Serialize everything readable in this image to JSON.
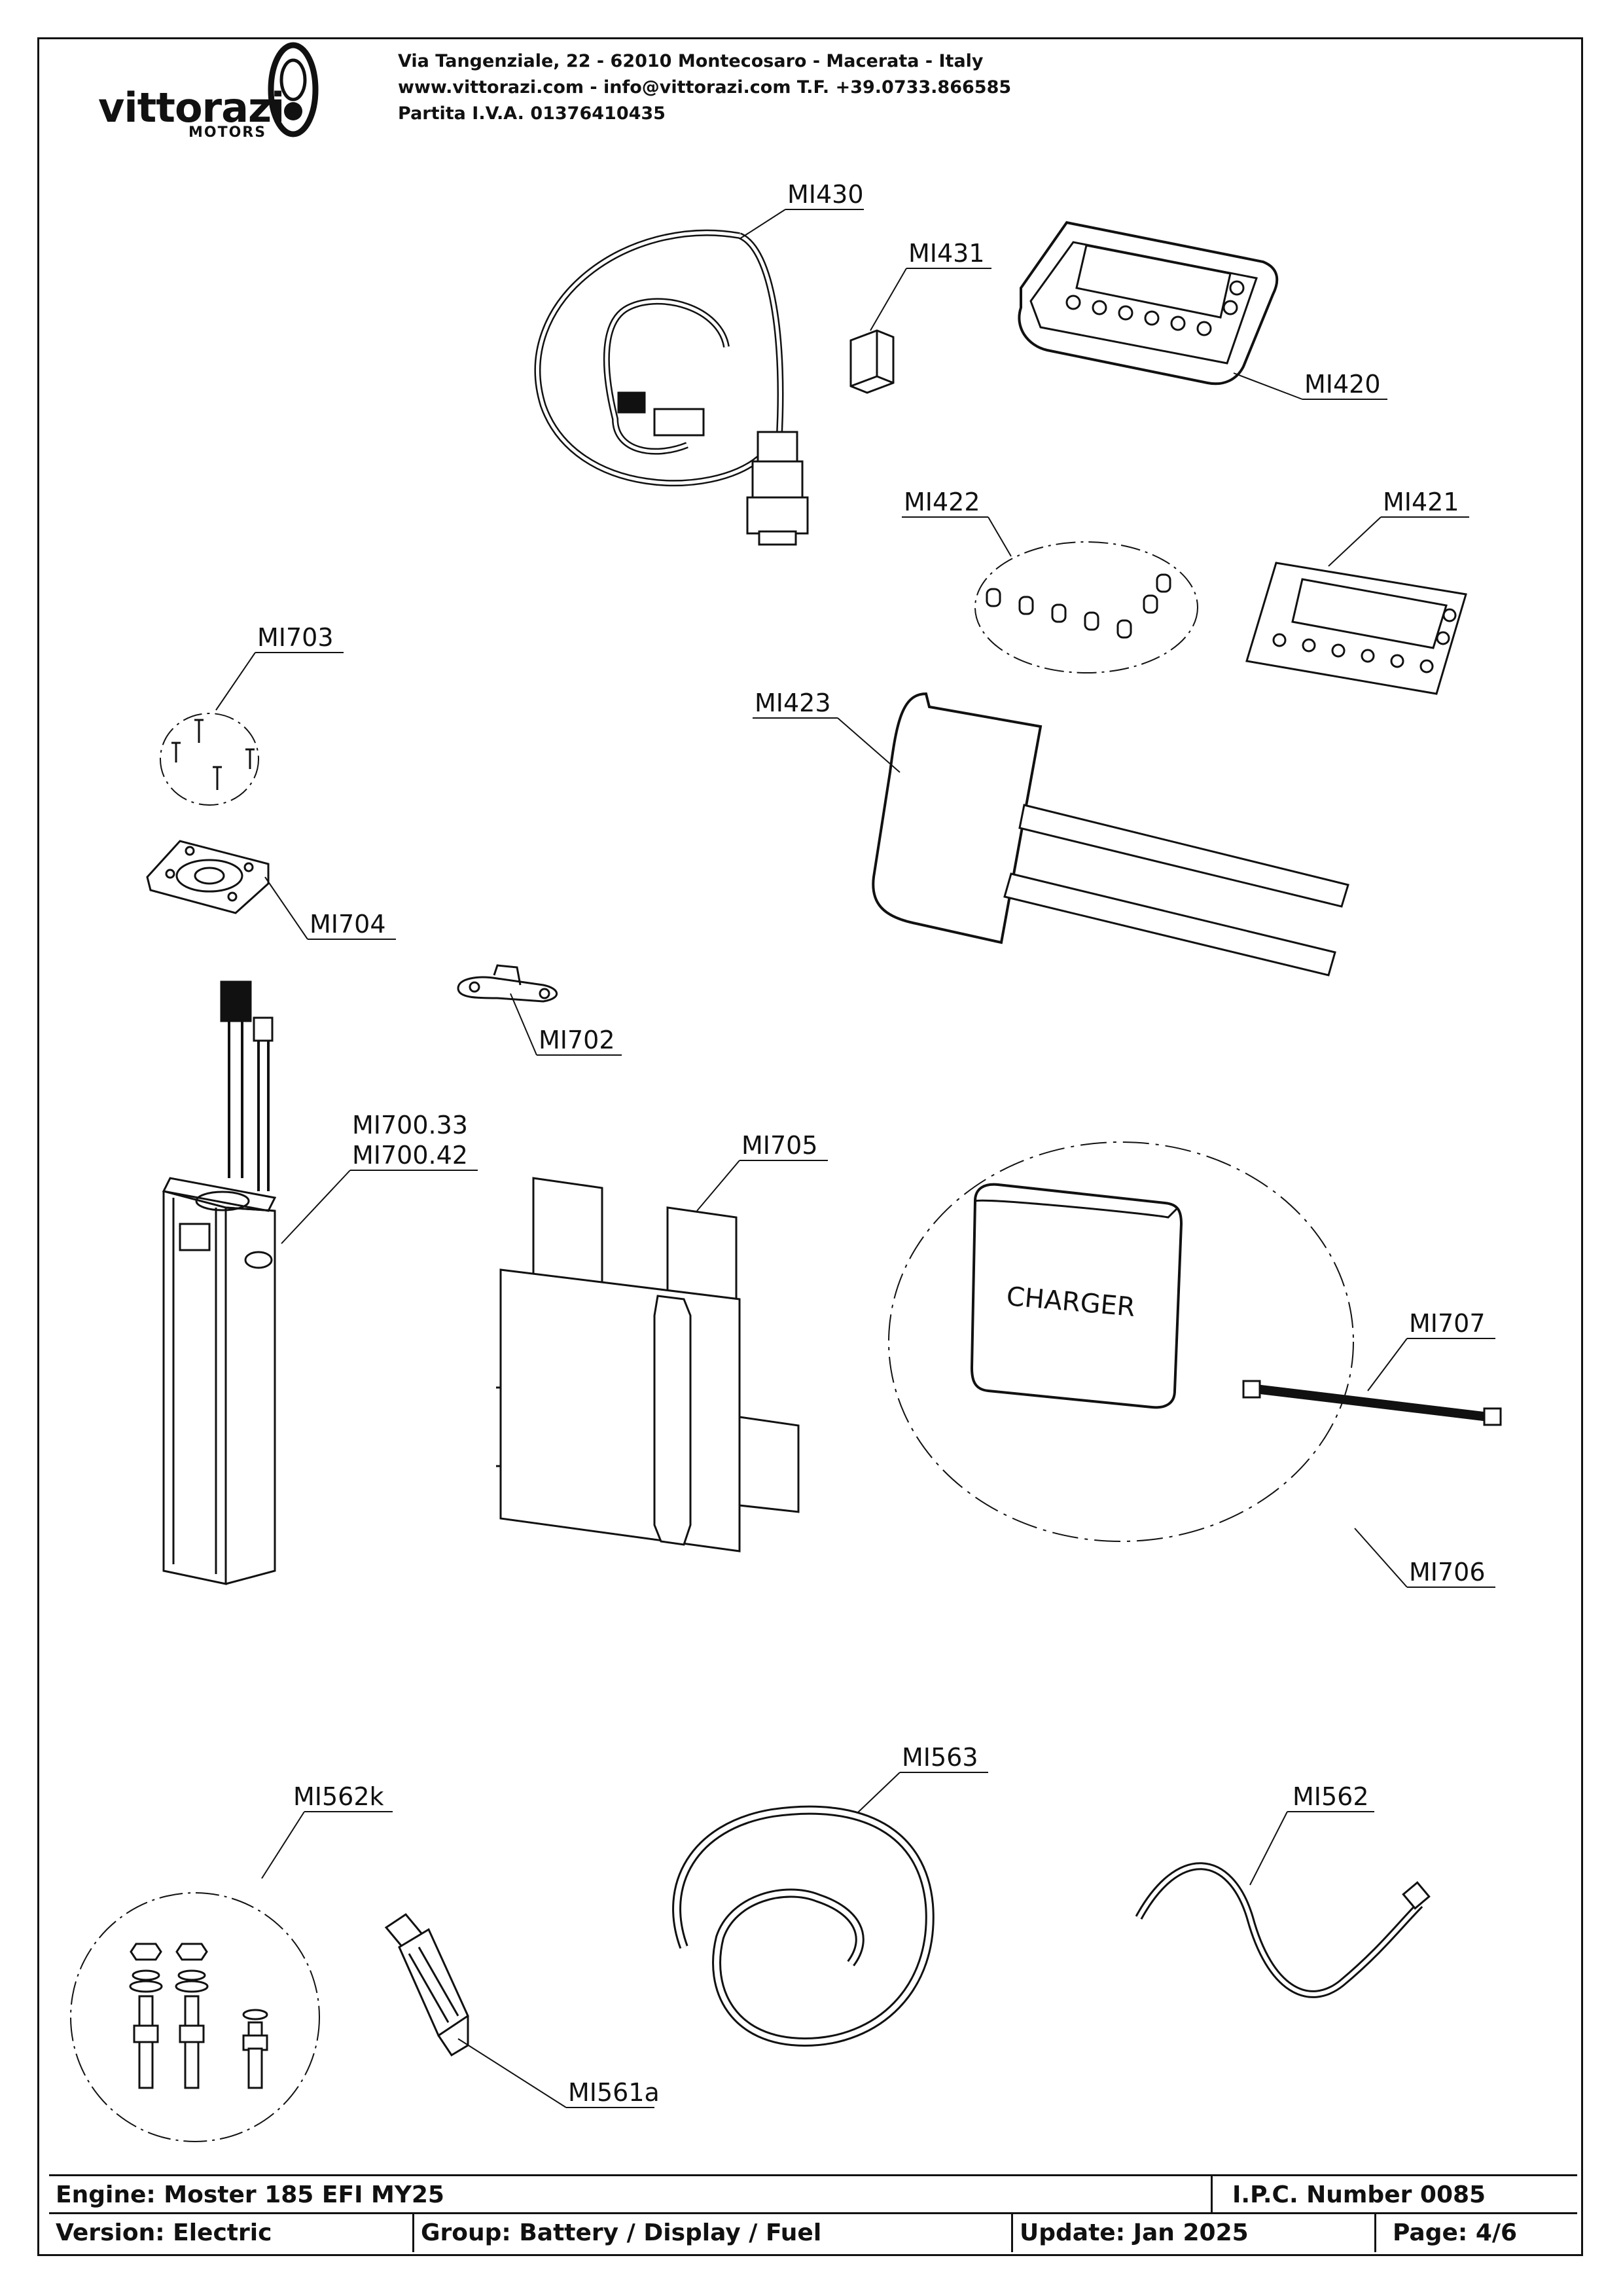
{
  "header": {
    "brand": "vittorazi",
    "brand_sub": "MOTORS",
    "address_line1": "Via Tangenziale, 22 - 62010 Montecosaro - Macerata - Italy",
    "address_line2": "www.vittorazi.com - info@vittorazi.com T.F. +39.0733.866585",
    "address_line3": "Partita I.V.A. 01376410435"
  },
  "parts": {
    "mi430": "MI430",
    "mi431": "MI431",
    "mi420": "MI420",
    "mi422": "MI422",
    "mi421": "MI421",
    "mi703": "MI703",
    "mi423": "MI423",
    "mi704": "MI704",
    "mi702": "MI702",
    "mi700_33": "MI700.33",
    "mi700_42": "MI700.42",
    "mi705": "MI705",
    "mi707": "MI707",
    "mi706": "MI706",
    "mi563": "MI563",
    "mi562k": "MI562k",
    "mi562": "MI562",
    "mi561a": "MI561a"
  },
  "charger_text": "CHARGER",
  "title_block": {
    "engine": "Engine: Moster 185 EFI MY25",
    "ipc": "I.P.C. Number 0085",
    "version": "Version: Electric",
    "group": "Group: Battery / Display / Fuel",
    "update": "Update: Jan 2025",
    "page": "Page: 4/6"
  }
}
